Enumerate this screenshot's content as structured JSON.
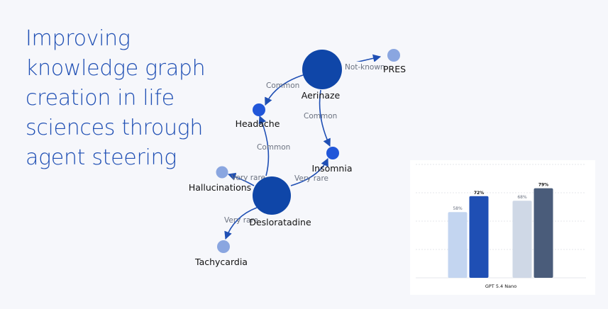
{
  "title_lines": [
    "Improving",
    "knowledge graph",
    "creation in life",
    "sciences through",
    "agent steering"
  ],
  "graph": {
    "nodes": [
      {
        "id": "aerinaze",
        "label": "Aerinaze"
      },
      {
        "id": "pres",
        "label": "PRES"
      },
      {
        "id": "headache",
        "label": "Headache"
      },
      {
        "id": "insomnia",
        "label": "Insomnia"
      },
      {
        "id": "desloratadine",
        "label": "Desloratadine"
      },
      {
        "id": "hallucinations",
        "label": "Hallucinations"
      },
      {
        "id": "tachycardia",
        "label": "Tachycardia"
      }
    ],
    "edges": [
      {
        "from": "aerinaze",
        "to": "pres",
        "label": "Not-known"
      },
      {
        "from": "aerinaze",
        "to": "headache",
        "label": "Common"
      },
      {
        "from": "aerinaze",
        "to": "insomnia",
        "label": "Common"
      },
      {
        "from": "desloratadine",
        "to": "headache",
        "label": "Common"
      },
      {
        "from": "desloratadine",
        "to": "insomnia",
        "label": "Very rare"
      },
      {
        "from": "desloratadine",
        "to": "hallucinations",
        "label": "Very rare"
      },
      {
        "from": "desloratadine",
        "to": "tachycardia",
        "label": "Very rare"
      }
    ]
  },
  "chart_data": {
    "type": "bar",
    "xlabel": "GPT 5.4 Nano",
    "ylim": [
      0,
      100
    ],
    "groups": [
      {
        "values": [
          58,
          72
        ],
        "labels": [
          "58%",
          "72%"
        ],
        "colors": [
          "#c3d5f0",
          "#1f4fb4"
        ]
      },
      {
        "values": [
          68,
          79
        ],
        "labels": [
          "68%",
          "79%"
        ],
        "colors": [
          "#cfd8e6",
          "#4a5c7a"
        ]
      }
    ]
  },
  "colors": {
    "title": "#1f4fb4",
    "hub": "#0f46a8",
    "mid": "#2156d9",
    "leaf": "#8aa6e0",
    "edge": "#1f4fb4",
    "edge_label": "#6b7280"
  }
}
